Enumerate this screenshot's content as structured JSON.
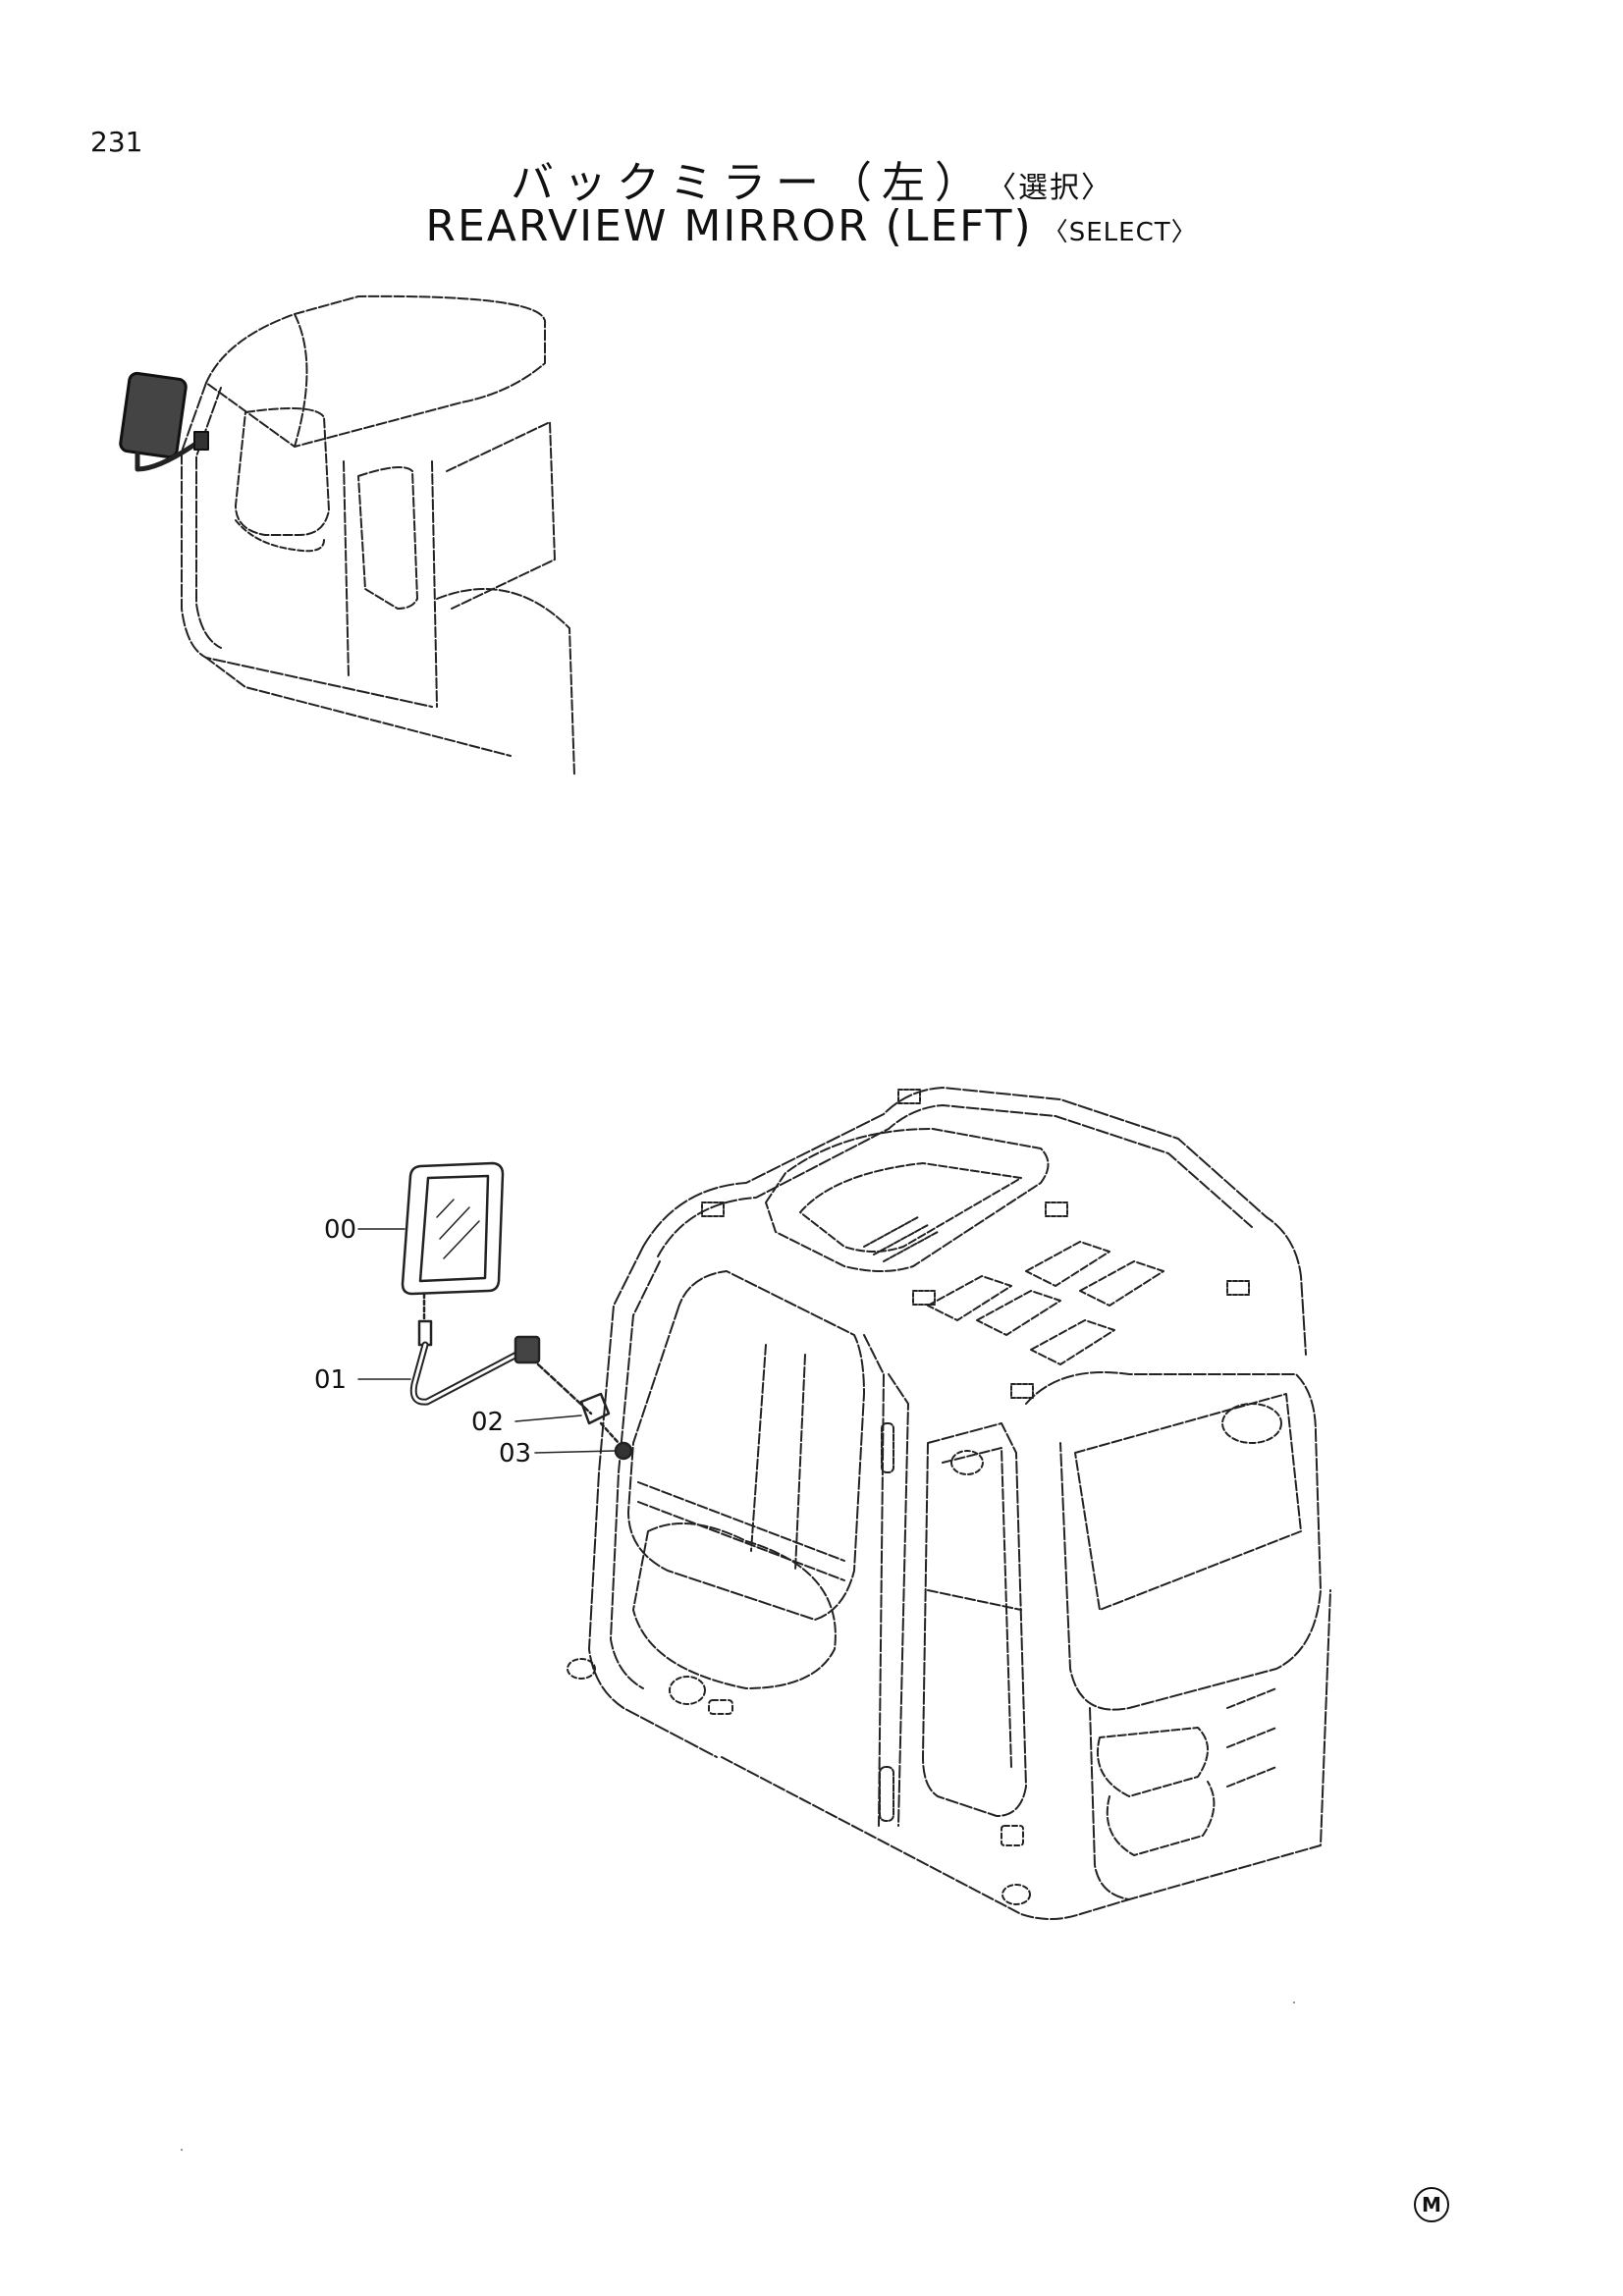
{
  "page": {
    "number": "231"
  },
  "title": {
    "japanese": "バックミラー（左）",
    "japanese_select": "〈選択〉",
    "english": "REARVIEW MIRROR (LEFT)",
    "english_select": "〈SELECT〉"
  },
  "callouts": [
    {
      "label": "00",
      "part": "mirror"
    },
    {
      "label": "01",
      "part": "stay-arm"
    },
    {
      "label": "02",
      "part": "bracket"
    },
    {
      "label": "03",
      "part": "bolt"
    }
  ],
  "footer": {
    "mark": "M"
  }
}
